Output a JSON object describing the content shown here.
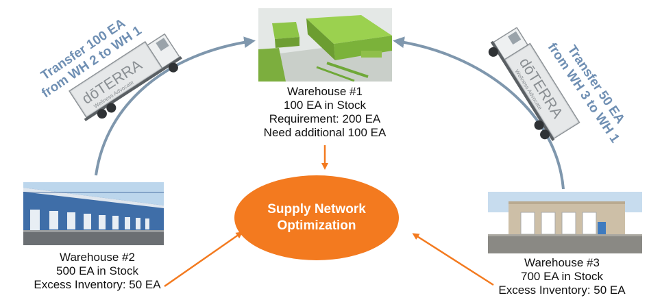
{
  "diagram": {
    "center_node": {
      "lines": [
        "Supply Network",
        "Optimization"
      ]
    },
    "warehouses": [
      {
        "id": "wh1",
        "lines": [
          "Warehouse #1",
          "100 EA in Stock",
          "Requirement: 200 EA",
          "Need additional 100 EA"
        ]
      },
      {
        "id": "wh2",
        "lines": [
          "Warehouse #2",
          "500 EA in Stock",
          "Excess Inventory: 50 EA"
        ]
      },
      {
        "id": "wh3",
        "lines": [
          "Warehouse #3",
          "700 EA in Stock",
          "Excess Inventory: 50 EA"
        ]
      }
    ],
    "transfers": [
      {
        "from": "wh2",
        "to": "wh1",
        "lines": [
          "Transfer 100 EA",
          "from WH 2 to WH 1"
        ]
      },
      {
        "from": "wh3",
        "to": "wh1",
        "lines": [
          "Transfer 50 EA",
          "from WH 3 to WH 1"
        ]
      }
    ],
    "truck_branding": {
      "brand": "dōTERRA",
      "tagline": "Wellness Advocate"
    },
    "colors": {
      "arc": "#7f97ad",
      "accent": "#f37a1f",
      "transfer_text": "#6f8fb3"
    }
  }
}
